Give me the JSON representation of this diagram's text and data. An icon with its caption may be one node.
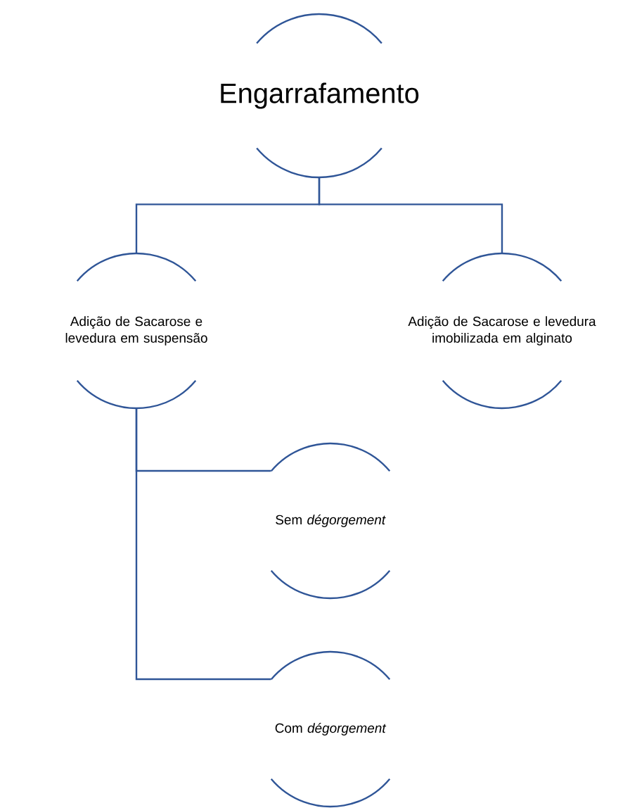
{
  "diagram": {
    "nodes": [
      {
        "text": [
          "Engarrafamento"
        ]
      },
      {
        "text": [
          "Adição de Sacarose e levedura em suspensão"
        ]
      },
      {
        "text": [
          "Adição de Sacarose e levedura imobilizada em alginato"
        ]
      },
      {
        "text": [
          "Sem *dégorgement*"
        ]
      },
      {
        "text": [
          "Com *dégorgement*"
        ]
      }
    ],
    "edges": [
      {
        "from": 0,
        "to": 1,
        "arrow": "none"
      },
      {
        "from": 0,
        "to": 2,
        "arrow": "none"
      },
      {
        "from": 1,
        "to": 3,
        "arrow": "none"
      },
      {
        "from": 1,
        "to": 4,
        "arrow": "none"
      }
    ]
  }
}
